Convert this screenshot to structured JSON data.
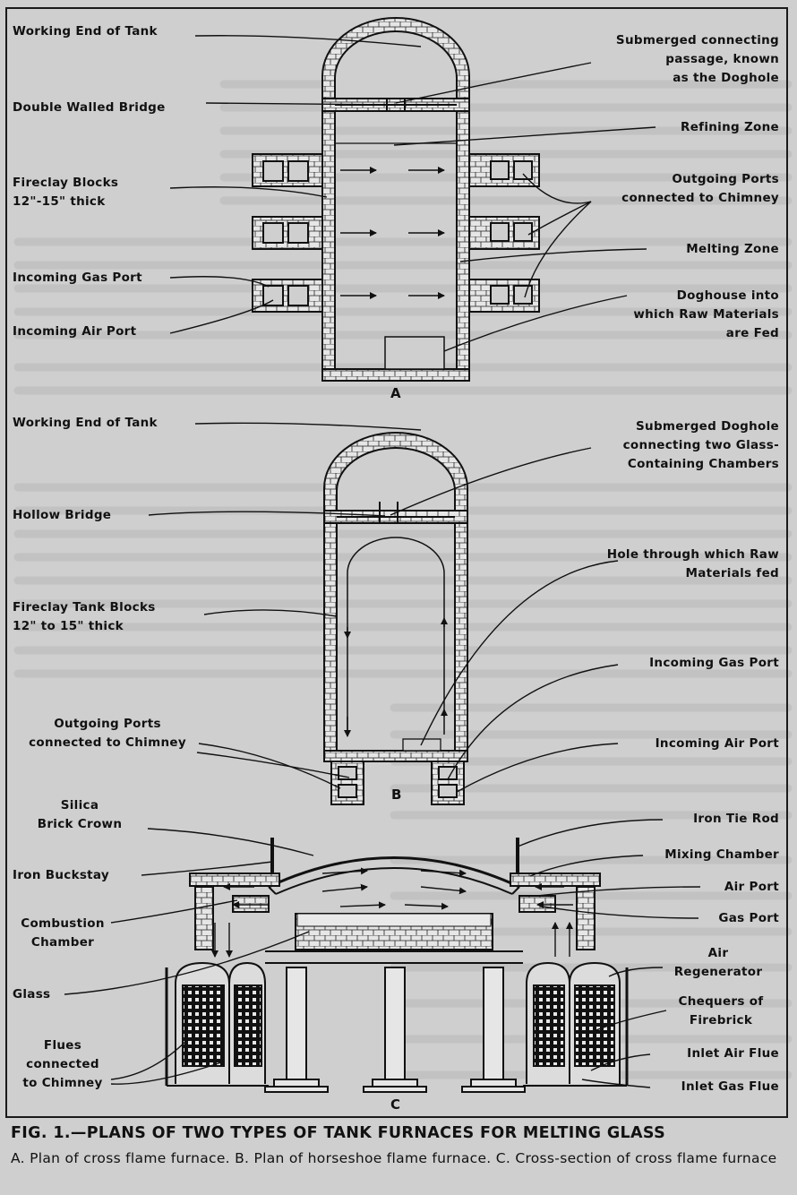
{
  "figure": {
    "caption_title": "FIG. 1.—PLANS OF TWO TYPES OF TANK FURNACES FOR MELTING GLASS",
    "caption_body": "A. Plan of cross flame furnace. B. Plan of horseshoe flame furnace. C. Cross-section of cross flame furnace"
  },
  "panel_a": {
    "letter": "A",
    "labels": {
      "working_end": "Working End of Tank",
      "double_walled_bridge": "Double Walled Bridge",
      "fireclay_blocks": "Fireclay Blocks\n12\"-15\" thick",
      "incoming_gas_port": "Incoming Gas Port",
      "incoming_air_port": "Incoming Air Port",
      "doghole": "Submerged connecting\npassage, known\nas the Doghole",
      "refining_zone": "Refining Zone",
      "outgoing_ports": "Outgoing Ports\nconnected to Chimney",
      "melting_zone": "Melting Zone",
      "doghouse": "Doghouse into\nwhich Raw Materials\nare Fed"
    }
  },
  "panel_b": {
    "letter": "B",
    "labels": {
      "working_end": "Working End of Tank",
      "hollow_bridge": "Hollow Bridge",
      "fireclay_tank_blocks": "Fireclay Tank Blocks\n12\" to 15\" thick",
      "outgoing_ports": "Outgoing Ports\nconnected to Chimney",
      "submerged_doghole": "Submerged Doghole\nconnecting two Glass-\nContaining Chambers",
      "hole_raw_materials": "Hole through which Raw\nMaterials fed",
      "incoming_gas_port": "Incoming Gas Port",
      "incoming_air_port": "Incoming Air Port"
    }
  },
  "panel_c": {
    "letter": "C",
    "labels": {
      "silica_crown": "Silica\nBrick Crown",
      "iron_buckstay": "Iron Buckstay",
      "combustion_chamber": "Combustion\nChamber",
      "glass": "Glass",
      "flues": "Flues\nconnected\nto Chimney",
      "iron_tie_rod": "Iron Tie Rod",
      "mixing_chamber": "Mixing Chamber",
      "air_port": "Air Port",
      "gas_port": "Gas Port",
      "air_regenerator": "Air\nRegenerator",
      "chequers": "Chequers of\nFirebrick",
      "inlet_air_flue": "Inlet Air Flue",
      "inlet_gas_flue": "Inlet Gas Flue"
    }
  },
  "colors": {
    "background": "#cfcfcf",
    "ink": "#141414",
    "bleed_through": "#b4b4b4"
  }
}
